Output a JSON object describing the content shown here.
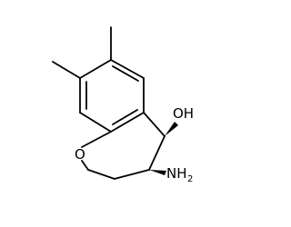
{
  "molecule": {
    "atoms": {
      "hydroxyl": "OH",
      "ring_oxygen": "O",
      "amino": "NH",
      "amino_sub": "2"
    },
    "stereo": {
      "hydroxyl_bond": "wedge",
      "amino_bond": "wedge"
    }
  }
}
